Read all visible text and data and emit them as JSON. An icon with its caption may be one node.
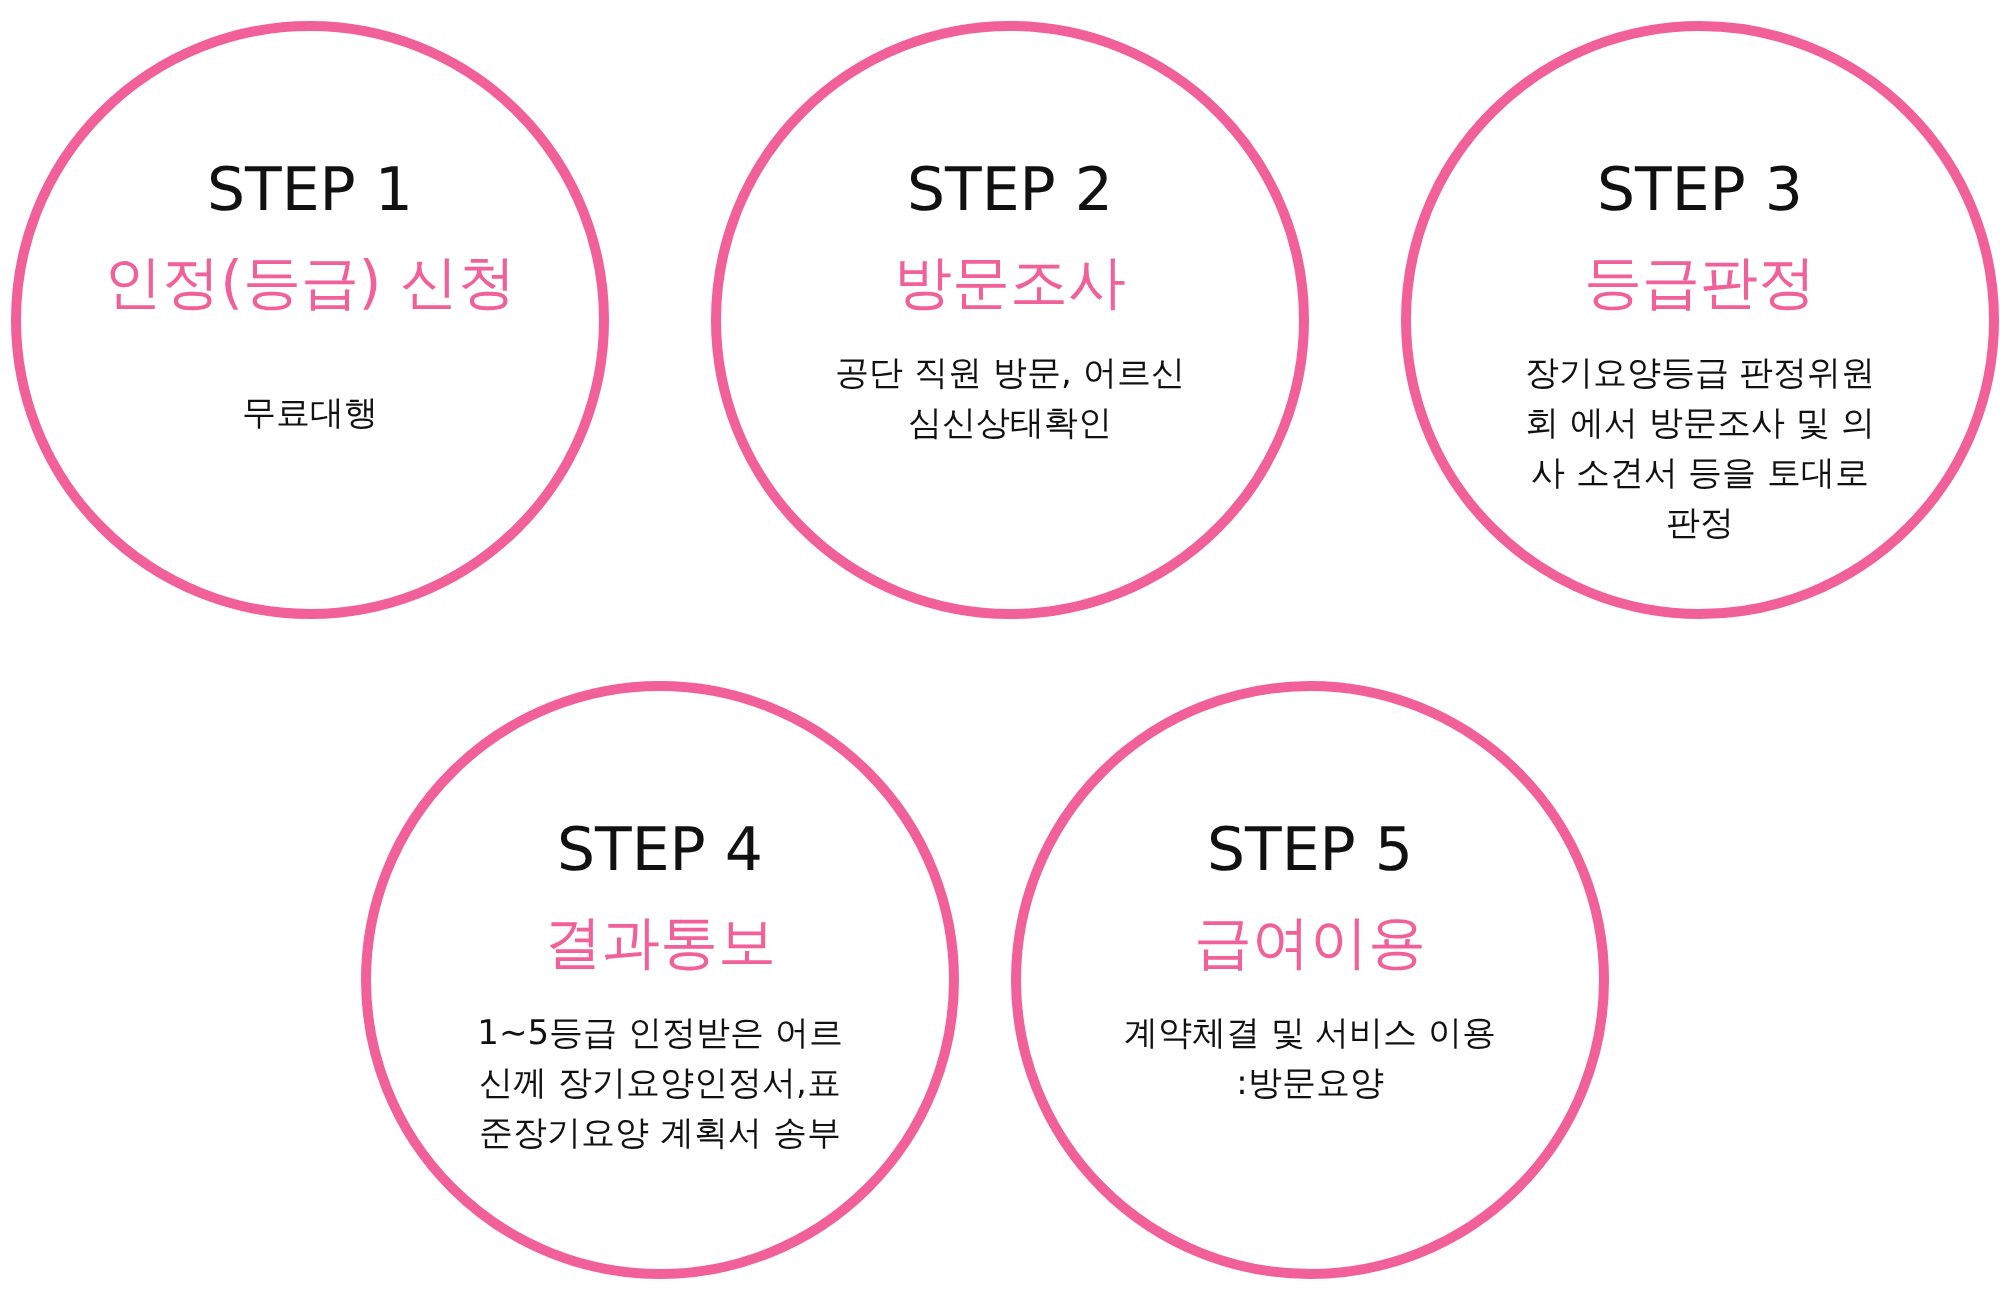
{
  "diagram": {
    "nodes": [
      {
        "text": [
          "STEP 1",
          "인정(등급) 신청",
          "무료대행"
        ]
      },
      {
        "text": [
          "STEP 2",
          "방문조사",
          "공단 직원 방문, 어르신 심신상태확인"
        ]
      },
      {
        "text": [
          "STEP 3",
          "등급판정",
          "장기요양등급 판정위원회 에서 방문조사 및 의사 소견서 등을 토대로 판정"
        ]
      },
      {
        "text": [
          "STEP 4",
          "결과통보",
          "1~5등급 인정받은 어르신께 장기요양인정서,표준장기요양 계획서 송부"
        ]
      },
      {
        "text": [
          "STEP 5",
          "급여이용",
          "계약체결 및 서비스 이용 :방문요양"
        ]
      }
    ]
  }
}
